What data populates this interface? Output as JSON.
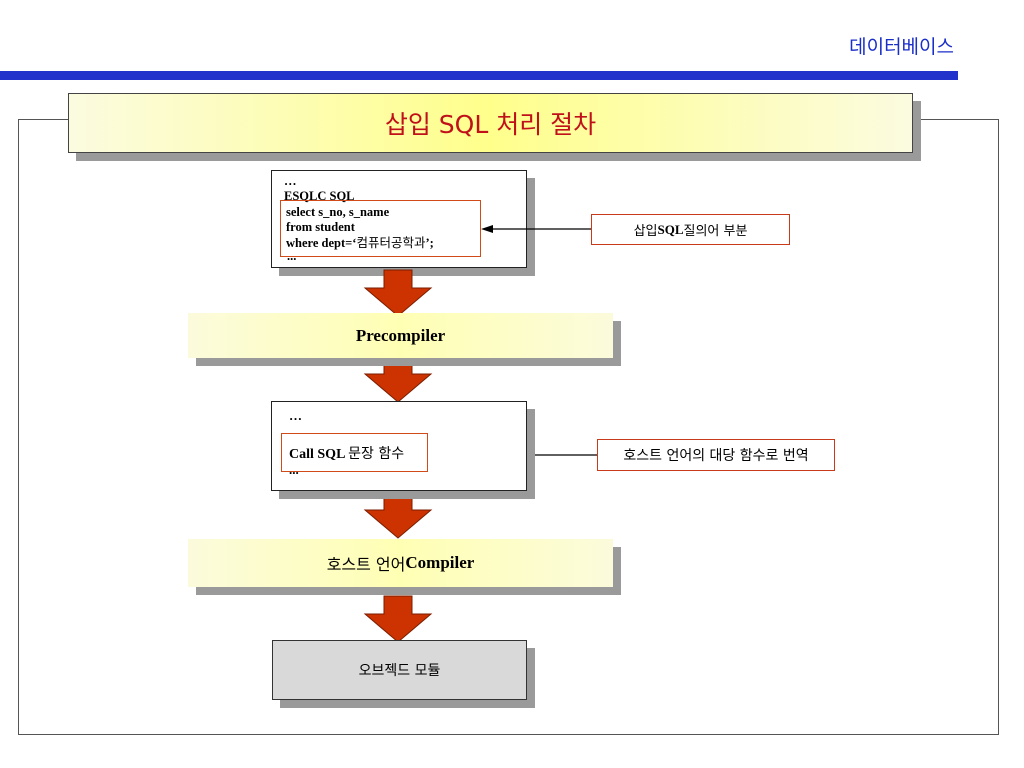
{
  "header": {
    "title": "데이터베이스"
  },
  "diagram": {
    "title": "삽입 SQL 처리 절차",
    "source_code": {
      "line1": "…",
      "line2": "ESQLC SQL",
      "sql_line1": "select s_no, s_name",
      "sql_line2": "from student",
      "sql_line3_prefix": "where dept=‘",
      "sql_line3_ko": "컴퓨터공학과",
      "sql_line3_suffix": "’;",
      "line_end": "...",
      "callout_prefix": "삽입 ",
      "callout_en": "SQL",
      "callout_suffix": " 질의어 부분"
    },
    "precompiler": "Precompiler",
    "translated_code": {
      "line1": "…",
      "call_en": "Call SQL ",
      "call_ko": "문장 함수",
      "line_end": "...",
      "callout": "호스트 언어의 대당 함수로 번역"
    },
    "host_compiler_ko": "호스트 언어 ",
    "host_compiler_en": "Compiler",
    "object_module": "오브젝드 모듈"
  },
  "colors": {
    "accent_blue": "#2233cc",
    "title_red": "#c0101a",
    "arrow_red": "#cc3300",
    "highlight_border": "#d04a1a"
  }
}
